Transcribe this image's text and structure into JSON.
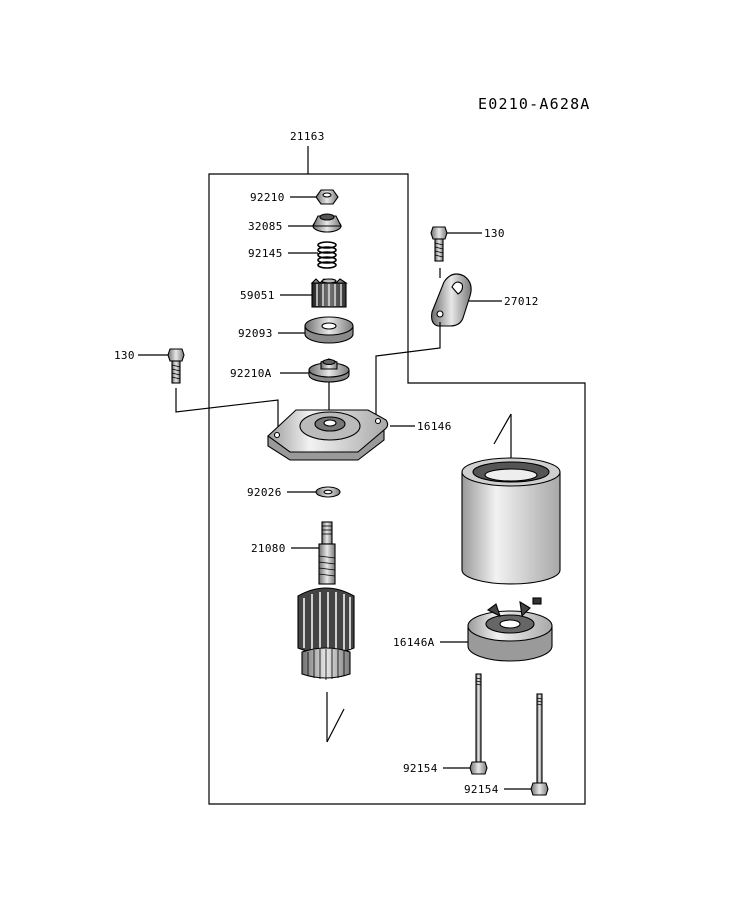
{
  "diagram_code": "E0210-A628A",
  "labels": {
    "assembly": "21163",
    "nut": "92210",
    "collar": "32085",
    "spring": "92145",
    "pinion": "59051",
    "stopper_washer": "92093",
    "nut_a": "92210A",
    "bolt_right": "130",
    "bracket": "27012",
    "bolt_left": "130",
    "front_cover": "16146",
    "washer": "92026",
    "armature": "21080",
    "rear_cover": "16146A",
    "through_bolt_1": "92154",
    "through_bolt_2": "92154"
  }
}
